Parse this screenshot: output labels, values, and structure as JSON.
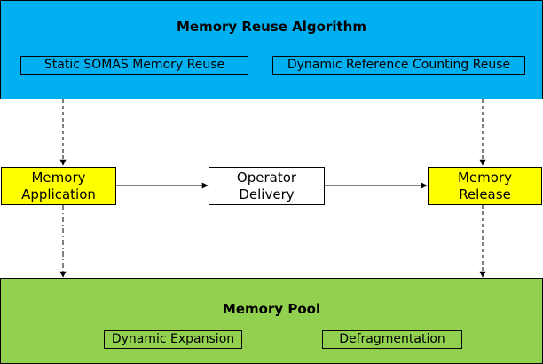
{
  "top_panel": {
    "title": "Memory Reuse Algorithm",
    "items": [
      "Static SOMAS Memory Reuse",
      "Dynamic Reference Counting Reuse"
    ]
  },
  "flow": {
    "application": [
      "Memory",
      "Application"
    ],
    "delivery": [
      "Operator",
      "Delivery"
    ],
    "release": [
      "Memory",
      "Release"
    ]
  },
  "bottom_panel": {
    "title": "Memory Pool",
    "items": [
      "Dynamic Expansion",
      "Defragmentation"
    ]
  },
  "colors": {
    "top_panel": "#00b0f0",
    "bottom_panel": "#92d050",
    "highlight_node": "#ffff00",
    "plain_node": "#ffffff"
  }
}
